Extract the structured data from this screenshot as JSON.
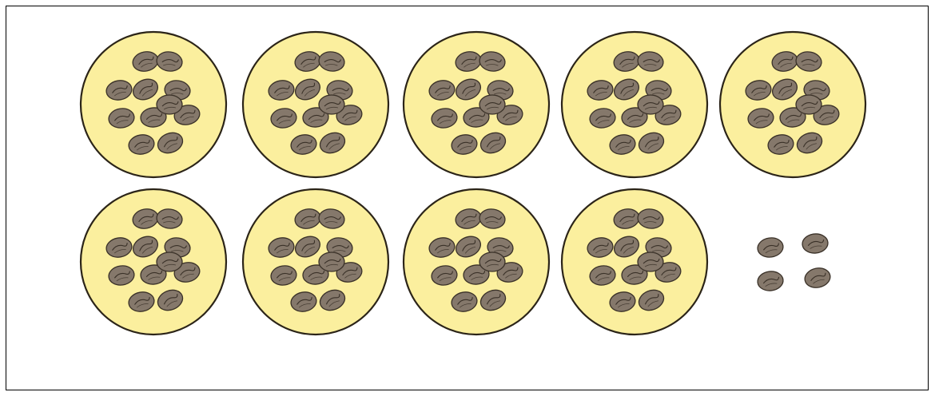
{
  "figure": {
    "plate_count": 9,
    "beans_per_plate": 11,
    "loose_bean_count": 4,
    "colors": {
      "plate_fill": "#fbef9e",
      "plate_stroke": "#2b2418",
      "bean_fill": "#85786b",
      "bean_stroke": "#3a3128",
      "border": "#000000",
      "background": "#ffffff"
    }
  }
}
